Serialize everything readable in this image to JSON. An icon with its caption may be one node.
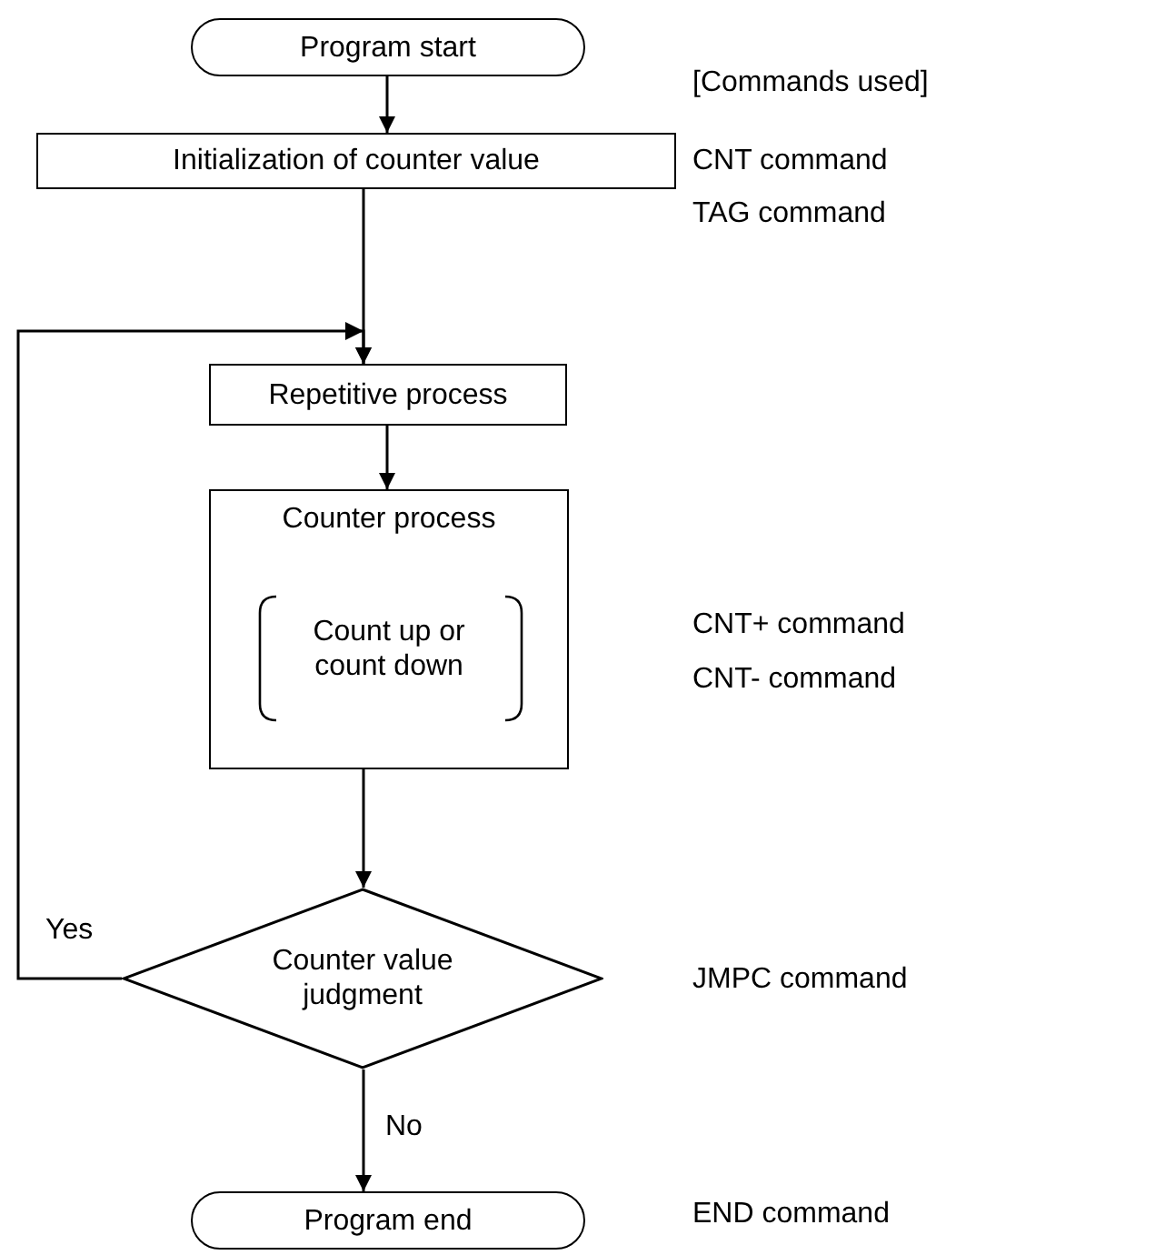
{
  "diagram": {
    "nodes": [
      {
        "text": [
          "Program start"
        ]
      },
      {
        "text": [
          "Initialization of counter value"
        ]
      },
      {
        "text": [
          "Repetitive process"
        ]
      },
      {
        "text": [
          "Counter process",
          "Count up or count down"
        ]
      },
      {
        "text": [
          "Counter value judgment"
        ]
      },
      {
        "text": [
          "Program end"
        ]
      }
    ],
    "edges": [
      {
        "from": 0,
        "to": 1,
        "arrow": "to"
      },
      {
        "from": 1,
        "to": 2,
        "arrow": "to"
      },
      {
        "from": 4,
        "to": 2,
        "arrow": "to",
        "label": "Yes"
      },
      {
        "from": 2,
        "to": 3,
        "arrow": "to"
      },
      {
        "from": 3,
        "to": 4,
        "arrow": "to"
      },
      {
        "from": 4,
        "to": 5,
        "arrow": "to",
        "label": "No"
      }
    ],
    "labels": [
      "[Commands used]",
      "CNT command",
      "TAG command",
      "CNT+ command",
      "CNT- command",
      "JMPC command",
      "END command"
    ]
  }
}
